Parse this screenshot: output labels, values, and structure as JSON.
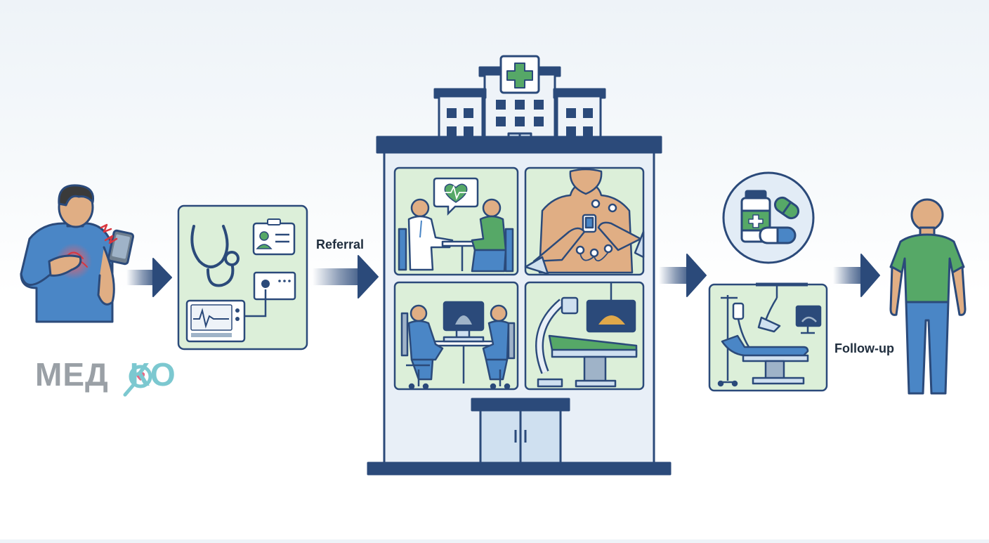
{
  "labels": {
    "referral": "Referral",
    "follow_up": "Follow-up"
  },
  "logo": {
    "part1": "МЕД",
    "part2": "КО"
  },
  "colors": {
    "navy": "#2b4a7a",
    "blue_shirt": "#4a86c6",
    "green": "#56a867",
    "panel_green": "#dcefd9",
    "panel_blue": "#e2ecf6",
    "skin": "#e0ae84",
    "red": "#d9363e",
    "logo_gray": "#9aa0a6",
    "logo_teal": "#7cc8d0"
  },
  "icons": [
    "patient-chest-pain-icon",
    "phone-icon",
    "stethoscope-icon",
    "id-card-icon",
    "ecg-monitor-icon",
    "wall-outlet-icon",
    "hospital-building-icon",
    "medical-cross-icon",
    "heart-speech-bubble-icon",
    "ecg-electrodes-icon",
    "ultrasound-screen-icon",
    "cath-lab-icon",
    "pills-icon",
    "treatment-room-icon",
    "recovered-person-icon",
    "arrow-right-icon"
  ]
}
